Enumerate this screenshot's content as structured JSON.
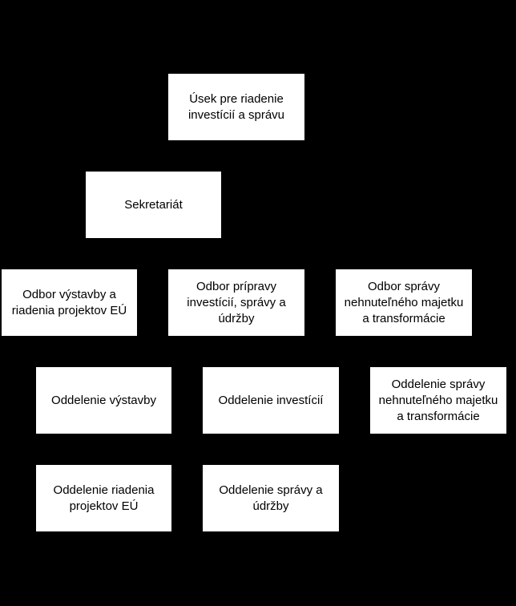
{
  "diagram": {
    "nodes": {
      "usek": "Úsek pre riadenie\ninvestícií a správu",
      "sekretariat": "Sekretariát",
      "odbor_vystavby": "Odbor výstavby a\nriadenia projektov EÚ",
      "odbor_pripravy": "Odbor prípravy\ninvestícií, správy a\núdržby",
      "odbor_spravy": "Odbor správy\nnehnuteľného majetku\na transformácie",
      "oddelenie_vystavby": "Oddelenie výstavby",
      "oddelenie_investicii": "Oddelenie investícií",
      "oddelenie_spravy_nm": "Oddelenie správy\nnehnuteľného majetku\na transformácie",
      "oddelenie_riadenia": "Oddelenie riadenia\nprojektov EÚ",
      "oddelenie_spravy_udrzby": "Oddelenie správy a\núdržby"
    },
    "colors": {
      "background": "#000000",
      "box_fill": "#ffffff",
      "text": "#000000"
    }
  }
}
